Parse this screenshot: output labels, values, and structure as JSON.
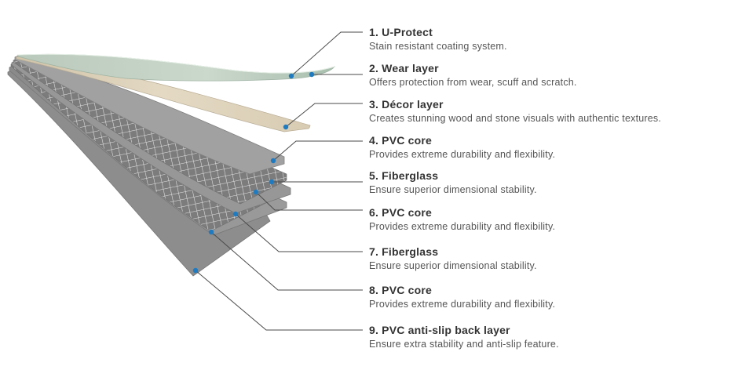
{
  "colors": {
    "leader_line": "#4a4a4a",
    "dot": "#1f7bc1",
    "title": "#333333",
    "description": "#555555",
    "pvc_gray": "#8e8e8e",
    "decor_wood": "#e2d6bf",
    "coating_green": "#c3d2c5"
  },
  "layers": [
    {
      "number": "1.",
      "name": "U-Protect",
      "description": "Stain resistant coating system."
    },
    {
      "number": "2.",
      "name": "Wear layer",
      "description": "Offers protection from wear, scuff and scratch."
    },
    {
      "number": "3.",
      "name": "Décor layer",
      "description": "Creates stunning wood and stone visuals with authentic textures."
    },
    {
      "number": "4.",
      "name": "PVC core",
      "description": "Provides extreme durability and flexibility."
    },
    {
      "number": "5.",
      "name": "Fiberglass",
      "description": "Ensure superior dimensional stability."
    },
    {
      "number": "6.",
      "name": "PVC core",
      "description": "Provides extreme durability and flexibility."
    },
    {
      "number": "7.",
      "name": "Fiberglass",
      "description": "Ensure superior dimensional stability."
    },
    {
      "number": "8.",
      "name": "PVC core",
      "description": "Provides extreme durability and flexibility."
    },
    {
      "number": "9.",
      "name": "PVC anti-slip back layer",
      "description": "Ensure extra stability and anti-slip feature."
    }
  ]
}
